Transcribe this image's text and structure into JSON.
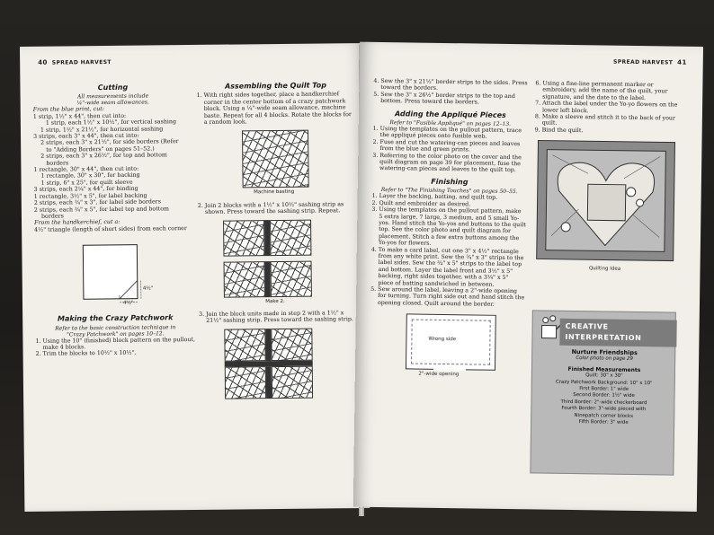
{
  "left_page": {
    "header_num": "40",
    "header_title": "SPREAD HARVEST",
    "cutting": {
      "title": "Cutting",
      "sub1": "All measurements include",
      "sub2": "¼\"-wide seam allowances.",
      "lines": [
        {
          "text": "From the blue print, cut:",
          "style": "ital"
        },
        {
          "text": "1 strip, 1½\" x 44\", then cut into:",
          "style": ""
        },
        {
          "text": "1 strip, each 1½\" x 10½\", for vertical sashing",
          "style": "ind2"
        },
        {
          "text": "1 strip, 1½\" x 21½\", for horizontal sashing",
          "style": "ind1"
        },
        {
          "text": "3 strips, each 3\" x 44\", then cut into:",
          "style": ""
        },
        {
          "text": "2 strips, each 3\" x 21½\", for side borders (Refer",
          "style": "ind1"
        },
        {
          "text": "to \"Adding Borders\" on pages 51–52.)",
          "style": "ind2"
        },
        {
          "text": "2 strips, each 3\" x 26½\", for top and bottom",
          "style": "ind1"
        },
        {
          "text": "borders",
          "style": "ind2"
        },
        {
          "text": "1 rectangle, 30\" x 44\", then cut into:",
          "style": ""
        },
        {
          "text": "1 rectangle, 30\" x 30\", for backing",
          "style": "ind1"
        },
        {
          "text": "1 strip, 6\" x 25\", for quilt sleeve",
          "style": "ind1"
        },
        {
          "text": "3 strips, each 2¼\" x 44\", for binding",
          "style": ""
        },
        {
          "text": "1 rectangle, 3½\" x 5\", for label backing",
          "style": ""
        },
        {
          "text": "2 strips, each ¾\" x 3\", for label side borders",
          "style": ""
        },
        {
          "text": "2 strips, each ¾\" x 5\", for label top and bottom",
          "style": ""
        },
        {
          "text": "borders",
          "style": "ind1"
        },
        {
          "text": "From the handkerchief, cut a:",
          "style": "ital"
        },
        {
          "text": "4½\" triangle (length of short sides) from each corner",
          "style": ""
        }
      ],
      "dim_right": "4½\"",
      "dim_bottom": "4½\""
    },
    "crazy": {
      "title": "Making the Crazy Patchwork",
      "sub1": "Refer to the basic construction technique in",
      "sub2": "\"Crazy Patchwork\" on pages 10–12.",
      "steps": [
        "1. Using the 10\" (finished) block pattern on the pullout, make 4 blocks.",
        "2. Trim the blocks to 10½\" x 10½\"."
      ]
    },
    "assembling": {
      "title": "Assembling the Quilt Top",
      "step1": "1. With right sides together, place a handkerchief corner in the center bottom of a crazy patchwork block. Using a ¼\"-wide seam allowance, machine baste. Repeat for all 4 blocks. Rotate the blocks for a random look.",
      "caption1": "Machine basting",
      "step2": "2. Join 2 blocks with a 1½\" x 10½\" sashing strip as shown. Press toward the sashing strip. Repeat.",
      "caption2": "Make 2.",
      "step3": "3. Join the block units made in step 2 with a 1½\" x 21½\" sashing strip. Press toward the sashing strip."
    }
  },
  "right_page": {
    "header_title": "SPREAD HARVEST",
    "header_num": "41",
    "col1_top": [
      "4. Sew the 3\" x 21½\" border strips to the sides. Press toward the borders.",
      "5. Sew the 3\" x 26½\" border strips to the top and bottom. Press toward the borders."
    ],
    "applique": {
      "title": "Adding the Appliqué Pieces",
      "sub": "Refer to \"Fusible Appliqué\" on pages 12–13.",
      "steps": [
        "1. Using the templates on the pullout pattern, trace the appliqué pieces onto fusible web.",
        "2. Fuse and cut the watering-can pieces and leaves from the blue and green prints.",
        "3. Referring to the color photo on the cover and the quilt diagram on page 39 for placement, fuse the watering-can pieces and leaves to the quilt top."
      ]
    },
    "finishing": {
      "title": "Finishing",
      "sub": "Refer to \"The Finishing Touches\" on pages 50–55.",
      "steps": [
        "1. Layer the backing, batting, and quilt top.",
        "2. Quilt and embroider as desired.",
        "3. Using the templates on the pullout pattern, make 5 extra large, 7 large, 3 medium, and 5 small Yo-yos. Hand stitch the Yo-yos and buttons to the quilt top. See the color photo and quilt diagram for placement. Stitch a few extra buttons among the Yo-yos for flowers.",
        "4. To make a card label, cut one 3\" x 4½\" rectangle from any white print. Sew the ¾\" x 3\" strips to the label sides. Sew the ¾\" x 5\" strips to the label top and bottom. Layer the label front and 3½\" x 5\" backing, right sides together, with a 3¼\" x 5\" piece of batting sandwiched in between.",
        "5. Sew around the label, leaving a 2\"-wide opening for turning. Turn right side out and hand stitch the opening closed. Quilt around the border."
      ],
      "wrong_side": "Wrong side",
      "opening_caption": "2\"-wide opening"
    },
    "col2_steps": [
      "6. Using a fine-line permanent marker or embroidery, add the name of the quilt, your signature, and the date to the label.",
      "7. Attach the label under the Yo-yo flowers on the lower left block.",
      "8. Make a sleeve and stitch it to the back of your quilt.",
      "9. Bind the quilt."
    ],
    "quilting_caption": "Quilting Idea",
    "callout": {
      "title1": "CREATIVE",
      "title2": "INTERPRETATION",
      "heading": "Nurture Friendships",
      "photo": "Color photo on page 29",
      "fm_title": "Finished Measurements",
      "lines": [
        "Quilt: 30\" x 30\"",
        "Crazy Patchwork Background: 10\" x 10\"",
        "First Border: 1\" wide",
        "Second Border: 1½\" wide",
        "Third Border: 2\"-wide checkerboard",
        "Fourth Border: 3\"-wide pieced with",
        "Ninepatch corner blocks",
        "Fifth Border: 3\" wide"
      ]
    }
  },
  "colors": {
    "paper": "#f1efe8",
    "callout_gray": "#b9b9b9",
    "callout_title": "#7c7c7c",
    "background": "#1d1c1a"
  }
}
